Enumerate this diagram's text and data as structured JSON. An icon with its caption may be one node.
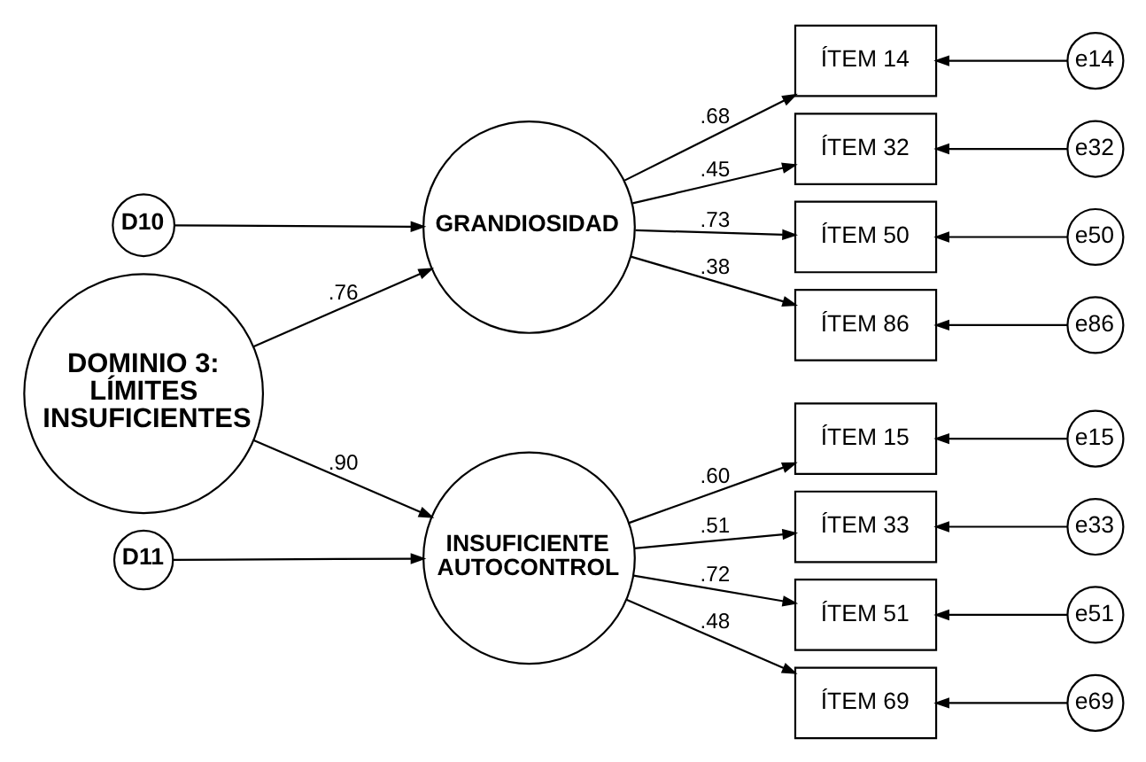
{
  "diagram": {
    "nodes": [
      {
        "text": [
          "DOMINIO 3: LÍMITES INSUFICIENTES"
        ]
      },
      {
        "text": [
          "D10"
        ]
      },
      {
        "text": [
          "GRANDIOSIDAD"
        ]
      },
      {
        "text": [
          "e14"
        ]
      },
      {
        "text": [
          "ÍTEM 14"
        ]
      },
      {
        "text": [
          "e32"
        ]
      },
      {
        "text": [
          "ÍTEM 32"
        ]
      },
      {
        "text": [
          "e50"
        ]
      },
      {
        "text": [
          "ÍTEM 50"
        ]
      },
      {
        "text": [
          "e86"
        ]
      },
      {
        "text": [
          "ÍTEM 86"
        ]
      },
      {
        "text": [
          "D11"
        ]
      },
      {
        "text": [
          "INSUFICIENTE AUTOCONTROL"
        ]
      },
      {
        "text": [
          "e15"
        ]
      },
      {
        "text": [
          "ÍTEM 15"
        ]
      },
      {
        "text": [
          "e33"
        ]
      },
      {
        "text": [
          "ÍTEM 33"
        ]
      },
      {
        "text": [
          "e51"
        ]
      },
      {
        "text": [
          "ÍTEM 51"
        ]
      },
      {
        "text": [
          "e69"
        ]
      },
      {
        "text": [
          "ÍTEM 69"
        ]
      }
    ],
    "edges": [
      {
        "from": 0,
        "to": 2,
        "arrow": "to",
        "label": ".76"
      },
      {
        "from": 0,
        "to": 12,
        "arrow": "to",
        "label": ".90"
      },
      {
        "from": 1,
        "to": 2,
        "arrow": "to"
      },
      {
        "from": 11,
        "to": 12,
        "arrow": "to"
      },
      {
        "from": 2,
        "to": 4,
        "arrow": "to",
        "label": ".68"
      },
      {
        "from": 2,
        "to": 6,
        "arrow": "to",
        "label": ".45"
      },
      {
        "from": 2,
        "to": 8,
        "arrow": "to",
        "label": ".73"
      },
      {
        "from": 2,
        "to": 10,
        "arrow": "to",
        "label": ".38"
      },
      {
        "from": 12,
        "to": 14,
        "arrow": "to",
        "label": ".60"
      },
      {
        "from": 12,
        "to": 16,
        "arrow": "to",
        "label": ".51"
      },
      {
        "from": 12,
        "to": 18,
        "arrow": "to",
        "label": ".72"
      },
      {
        "from": 12,
        "to": 20,
        "arrow": "to",
        "label": ".48"
      },
      {
        "from": 3,
        "to": 4,
        "arrow": "to"
      },
      {
        "from": 5,
        "to": 6,
        "arrow": "to"
      },
      {
        "from": 7,
        "to": 8,
        "arrow": "to"
      },
      {
        "from": 9,
        "to": 10,
        "arrow": "to"
      },
      {
        "from": 13,
        "to": 14,
        "arrow": "to"
      },
      {
        "from": 15,
        "to": 16,
        "arrow": "to"
      },
      {
        "from": 17,
        "to": 18,
        "arrow": "to"
      },
      {
        "from": 19,
        "to": 20,
        "arrow": "to"
      }
    ]
  }
}
